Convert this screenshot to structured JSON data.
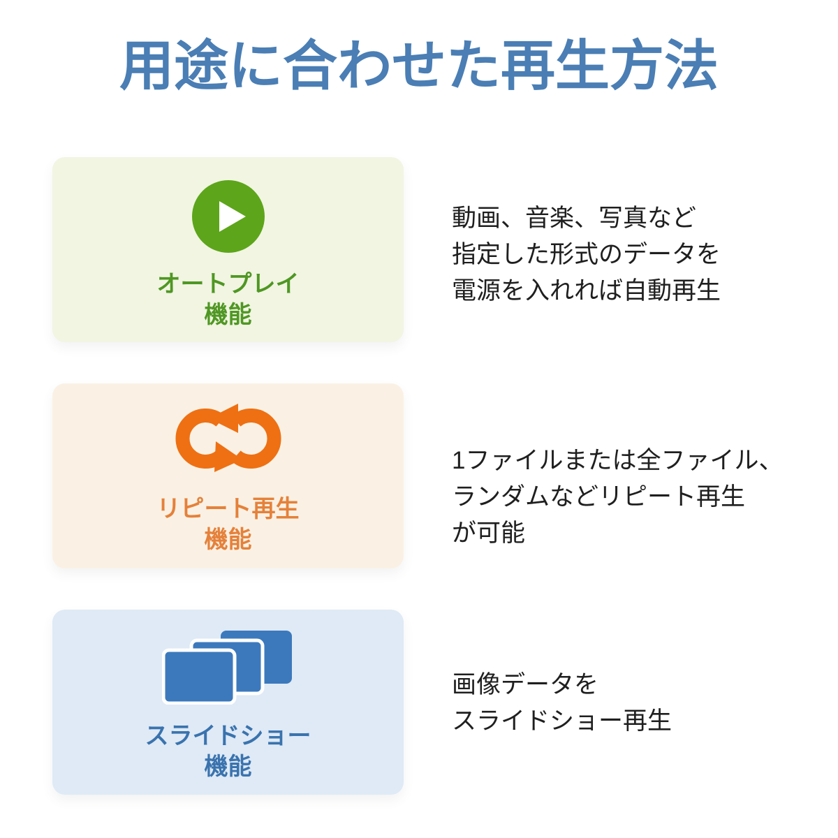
{
  "page": {
    "title": "用途に合わせた再生方法",
    "background_color": "#ffffff",
    "title_color": "#4a7eb4"
  },
  "rows": [
    {
      "id": "autoplay",
      "icon": "play-icon",
      "icon_color": "#5da51a",
      "card_bg": "#f1f5e2",
      "label_color": "#4f9723",
      "label_line1": "オートプレイ",
      "label_line2": "機能",
      "desc_line1": "動画、音楽、写真など",
      "desc_line2": "指定した形式のデータを",
      "desc_line3": "電源を入れれば自動再生"
    },
    {
      "id": "repeat",
      "icon": "repeat-icon",
      "icon_color": "#ee7013",
      "card_bg": "#faf1e4",
      "label_color": "#e5813a",
      "label_line1": "リピート再生",
      "label_line2": "機能",
      "desc_line1": "1ファイルまたは全ファイル、",
      "desc_line2": "ランダムなどリピート再生",
      "desc_line3": "が可能"
    },
    {
      "id": "slideshow",
      "icon": "slideshow-icon",
      "icon_color": "#3c79bc",
      "card_bg": "#dfeaf6",
      "label_color": "#3a73ae",
      "label_line1": "スライドショー",
      "label_line2": "機能",
      "desc_line1": "画像データを",
      "desc_line2": "スライドショー再生",
      "desc_line3": ""
    }
  ]
}
